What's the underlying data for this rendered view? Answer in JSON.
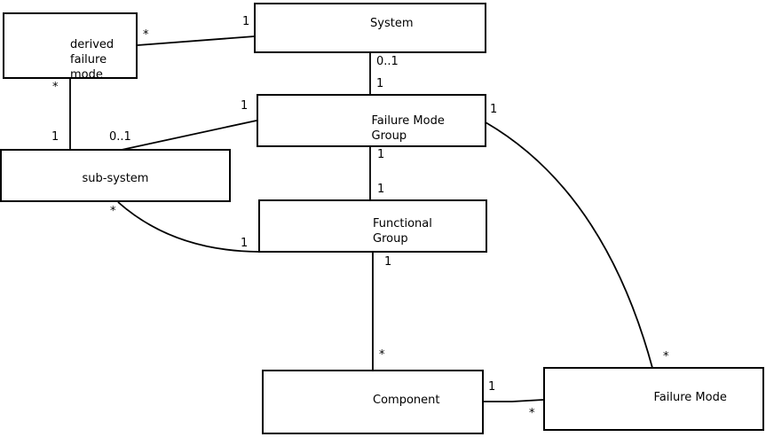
{
  "diagram": {
    "type": "uml-class-diagram",
    "colors": {
      "background": "#ffffff",
      "stroke": "#000000",
      "text": "#000000"
    },
    "nodes": {
      "derived_failure_mode": {
        "lines": [
          "derived",
          "failure",
          "mode"
        ]
      },
      "system": {
        "lines": [
          "System"
        ]
      },
      "failure_mode_group": {
        "lines": [
          "Failure Mode",
          "Group"
        ]
      },
      "sub_system": {
        "lines": [
          "sub-system"
        ]
      },
      "functional_group": {
        "lines": [
          "Functional",
          "Group"
        ]
      },
      "component": {
        "lines": [
          "Component"
        ]
      },
      "failure_mode": {
        "lines": [
          "Failure Mode"
        ]
      }
    },
    "associations": [
      {
        "id": "system--derived-failure-mode",
        "from": "System",
        "to": "derived failure mode",
        "from_label": "1",
        "to_label": "*"
      },
      {
        "id": "derived-failure-mode--sub-system",
        "from": "derived failure mode",
        "to": "sub-system",
        "from_label": "*",
        "to_label": "1"
      },
      {
        "id": "sub-system--failure-mode-group",
        "from": "sub-system",
        "to": "Failure Mode Group",
        "from_label": "0..1",
        "to_label": "1"
      },
      {
        "id": "system--failure-mode-group",
        "from": "System",
        "to": "Failure Mode Group",
        "from_label": "0..1",
        "to_label": "1"
      },
      {
        "id": "failure-mode-group--functional-group",
        "from": "Failure Mode Group",
        "to": "Functional Group",
        "from_label": "1",
        "to_label": "1"
      },
      {
        "id": "sub-system--functional-group",
        "from": "sub-system",
        "to": "Functional Group",
        "from_label": "*",
        "to_label": "1"
      },
      {
        "id": "functional-group--component",
        "from": "Functional Group",
        "to": "Component",
        "from_label": "1",
        "to_label": "*"
      },
      {
        "id": "component--failure-mode",
        "from": "Component",
        "to": "Failure Mode",
        "from_label": "1",
        "to_label": "*"
      },
      {
        "id": "failure-mode-group--failure-mode",
        "from": "Failure Mode Group",
        "to": "Failure Mode",
        "from_label": "1",
        "to_label": "*"
      }
    ]
  }
}
